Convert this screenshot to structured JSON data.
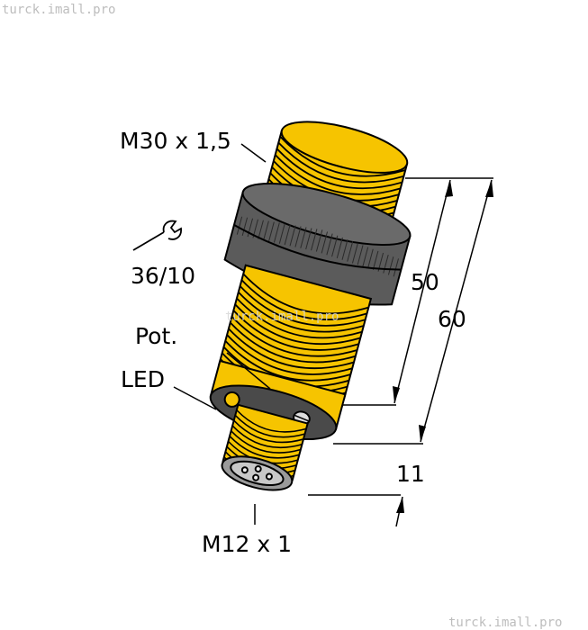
{
  "watermarks": {
    "top_left": "turck.imall.pro",
    "center": "turck.imall.pro",
    "bottom_right": "turck.imall.pro"
  },
  "labels": {
    "thread_top": "M30 x 1,5",
    "wrench_size": "36/10",
    "potentiometer": "Pot.",
    "led": "LED",
    "connector_thread": "M12 x 1"
  },
  "dimensions": {
    "d50": "50",
    "d60": "60",
    "d11": "11"
  },
  "colors": {
    "body_yellow": "#f6c400",
    "nut_gray": "#5b5b5b",
    "connector_gray": "#8a8a8a"
  },
  "icons": [
    "wrench-icon"
  ]
}
